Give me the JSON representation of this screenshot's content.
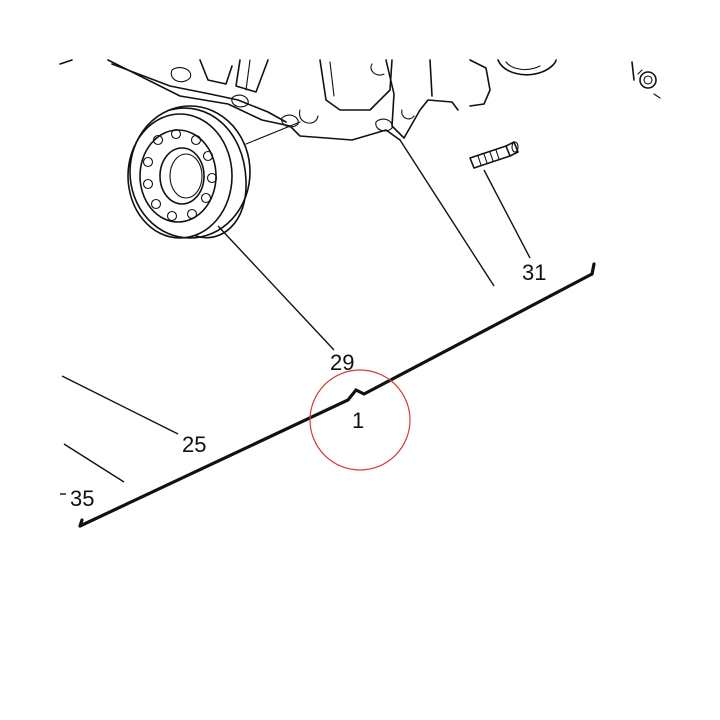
{
  "callouts": {
    "c31": "31",
    "c29": "29",
    "c1": "1",
    "c25": "25",
    "c35": "35"
  },
  "highlight_color": "#d23a3a",
  "ink_color": "#111111"
}
